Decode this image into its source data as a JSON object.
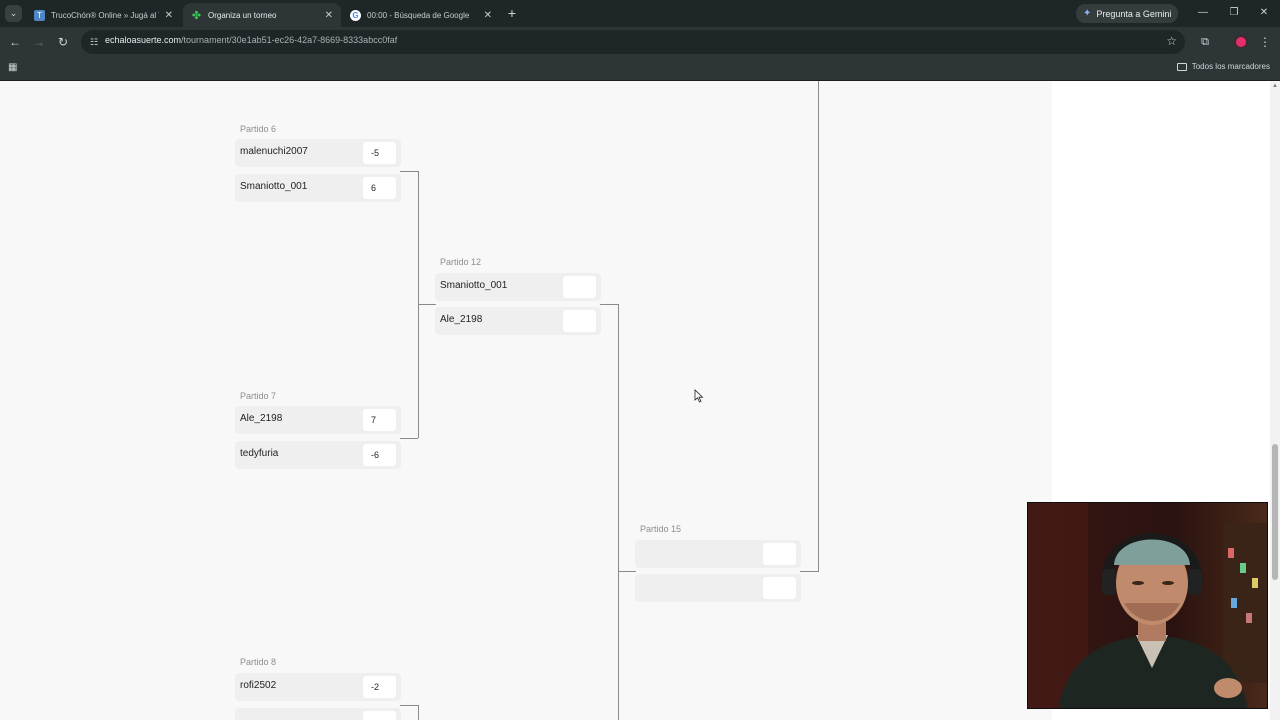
{
  "browser": {
    "tabs": [
      {
        "title": "TrucoChón® Online » Jugá al Truco",
        "active": false
      },
      {
        "title": "Organiza un torneo",
        "active": true
      },
      {
        "title": "00:00 - Búsqueda de Google",
        "active": false
      }
    ],
    "new_tab_icon": "plus-icon",
    "gemini_label": "Pregunta a Gemini",
    "url_domain": "echaloasuerte.com",
    "url_path": "/tournament/30e1ab51-ec26-42a7-8669-8333abcc0faf",
    "bookmarks_label": "Todos los marcadores",
    "profile_color": "#e62e6b"
  },
  "bracket": {
    "round1": [
      {
        "label": "Partido 6",
        "players": [
          {
            "name": "malenuchi2007",
            "score": "-5"
          },
          {
            "name": "Smaniotto_001",
            "score": "6"
          }
        ]
      },
      {
        "label": "Partido 7",
        "players": [
          {
            "name": "Ale_2198",
            "score": "7"
          },
          {
            "name": "tedyfuria",
            "score": "-6"
          }
        ]
      },
      {
        "label": "Partido 8",
        "players": [
          {
            "name": "rofi2502",
            "score": "-2"
          },
          {
            "name": "",
            "score": ""
          }
        ]
      }
    ],
    "round2": [
      {
        "label": "Partido 12",
        "players": [
          {
            "name": "Smaniotto_001",
            "score": ""
          },
          {
            "name": "Ale_2198",
            "score": ""
          }
        ]
      }
    ],
    "round3": [
      {
        "label": "Partido 15",
        "players": [
          {
            "name": "",
            "score": ""
          },
          {
            "name": "",
            "score": ""
          }
        ]
      }
    ]
  }
}
